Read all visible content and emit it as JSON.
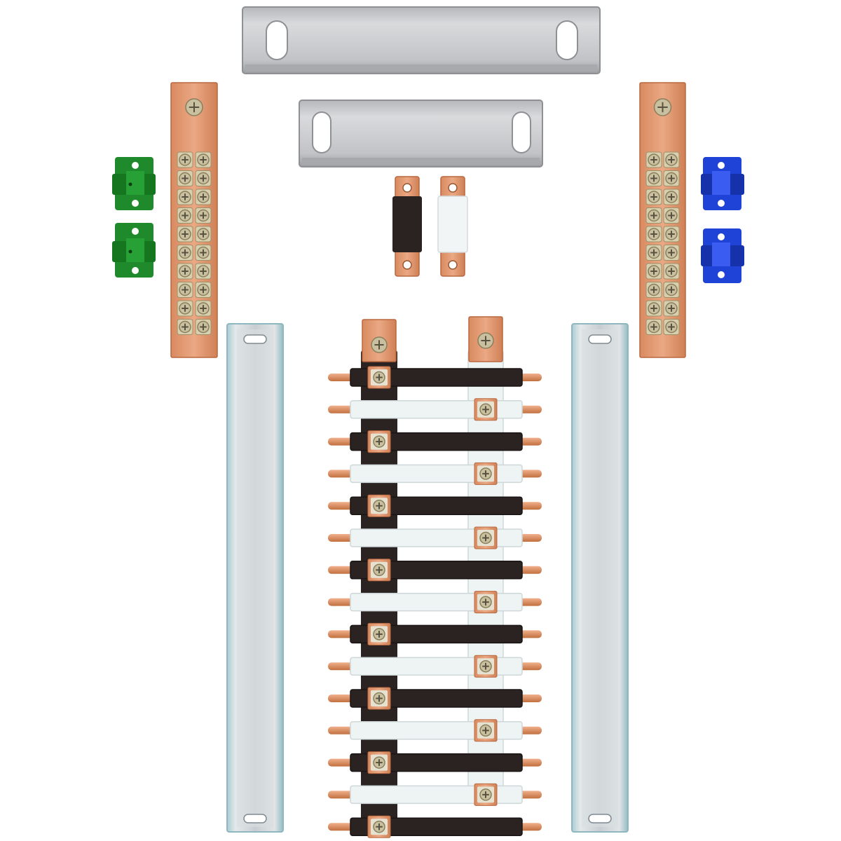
{
  "colors": {
    "background": "#ffffff",
    "copper": "#e49a72",
    "copper_dark": "#b9683f",
    "aluminum": "#c9cacc",
    "aluminum_dark": "#9fa1a4",
    "din_rail": "#cfd6db",
    "din_rail_edge": "#8fb7bf",
    "green_block": "#1f8a2b",
    "blue_block": "#1f43d6",
    "black_insulation": "#2a2322",
    "white_insulation": "#eef3f3",
    "screw": "#c9c0a0"
  },
  "parts": {
    "aluminum_brackets": 2,
    "copper_terminal_bars": 2,
    "terminal_screw_rows": 10,
    "green_insulators": 2,
    "blue_insulators": 2,
    "small_jumpers": 2,
    "din_rails": 2,
    "busbar_branches": 15
  }
}
